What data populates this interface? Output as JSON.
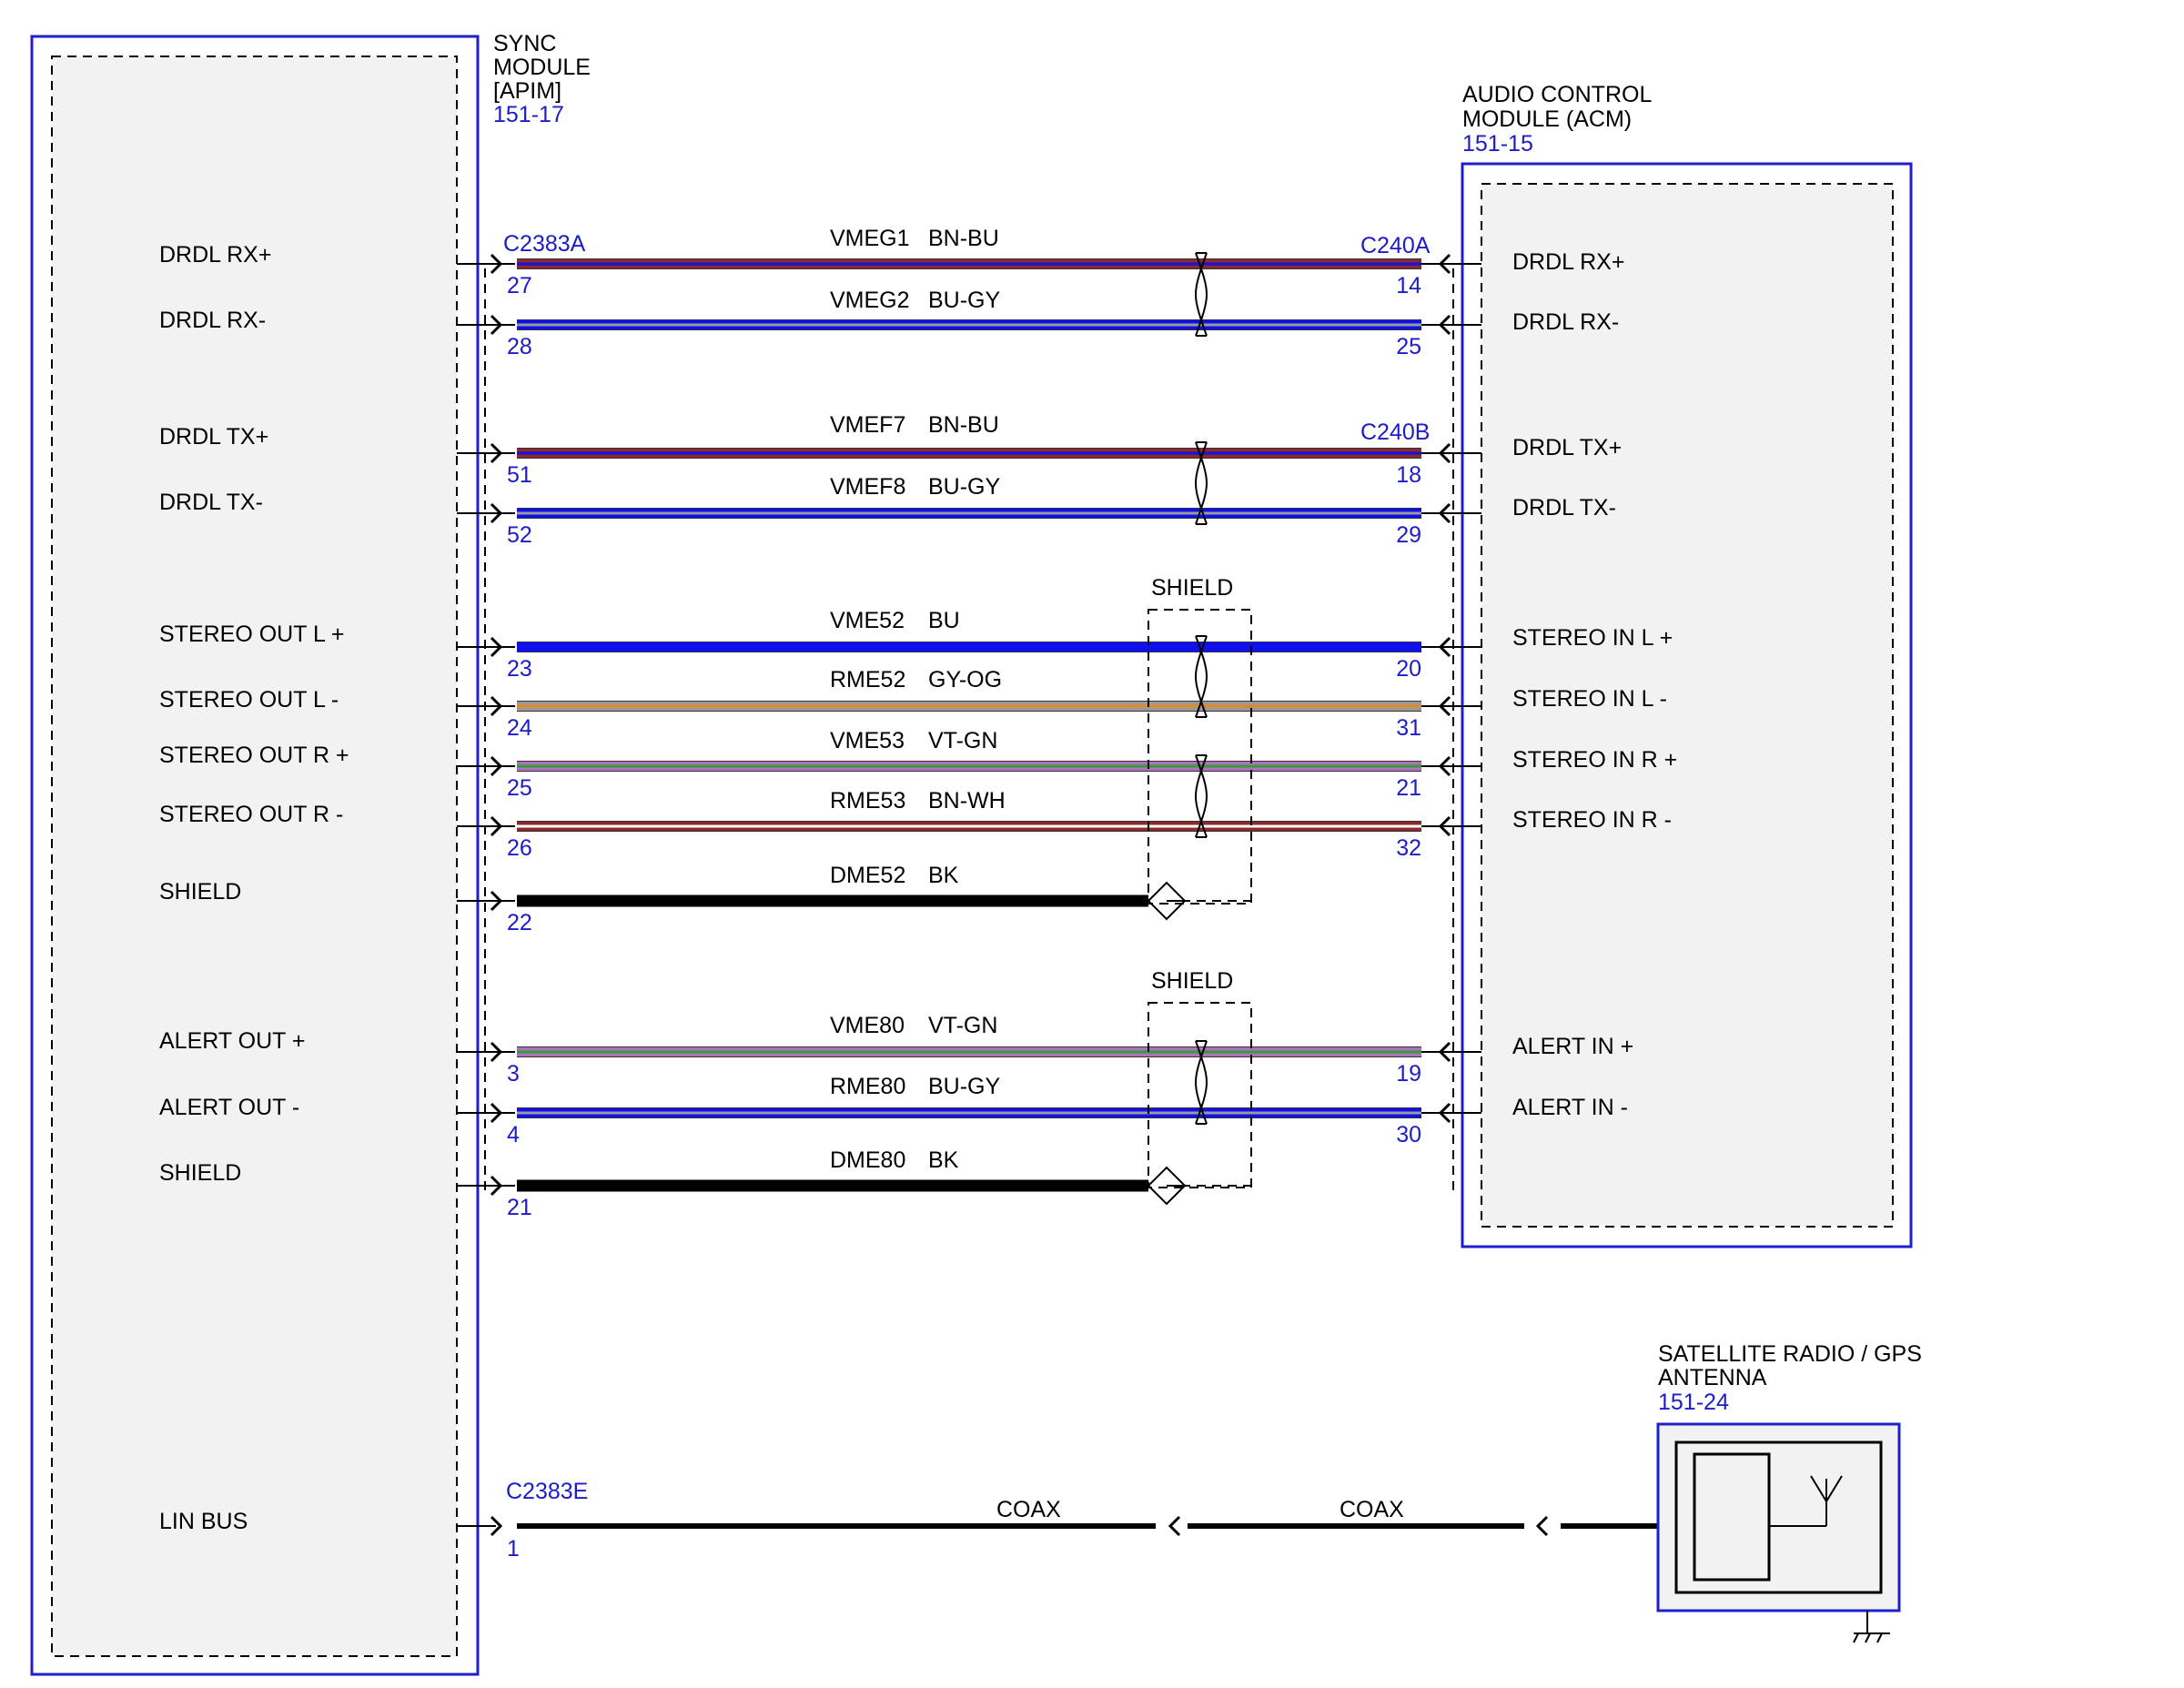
{
  "colors": {
    "outline": "#1f1fcc",
    "panel": "#f2f2f2",
    "ref_text": "#1c1cc8",
    "BN": "#8b2a2a",
    "BU": "#1010ee",
    "GY": "#9a9a9a",
    "OG": "#e08a20",
    "VT": "#b070c0",
    "GN": "#30a030",
    "WH": "#ffffff",
    "BK": "#000000"
  },
  "modules": {
    "sync": {
      "title_lines": [
        "SYNC",
        "MODULE",
        "[APIM]"
      ],
      "ref": "151-17"
    },
    "acm": {
      "title_lines": [
        "AUDIO CONTROL",
        "MODULE (ACM)"
      ],
      "ref": "151-15"
    },
    "antenna": {
      "title_lines": [
        "SATELLITE RADIO / GPS",
        "ANTENNA"
      ],
      "ref": "151-24",
      "icons": [
        "antenna-icon",
        "ground-icon"
      ]
    }
  },
  "connectors": {
    "left_main": "C2383A",
    "left_lin": "C2383E",
    "right_a": "C240A",
    "right_b": "C240B"
  },
  "shield_labels": [
    "SHIELD",
    "SHIELD"
  ],
  "wires": [
    {
      "left_label": "DRDL RX+",
      "left_pin": "27",
      "circuit": "VMEG1",
      "color_code": "BN-BU",
      "right_pin": "14",
      "right_label": "DRDL RX+"
    },
    {
      "left_label": "DRDL RX-",
      "left_pin": "28",
      "circuit": "VMEG2",
      "color_code": "BU-GY",
      "right_pin": "25",
      "right_label": "DRDL RX-"
    },
    {
      "left_label": "DRDL TX+",
      "left_pin": "51",
      "circuit": "VMEF7",
      "color_code": "BN-BU",
      "right_pin": "18",
      "right_label": "DRDL TX+"
    },
    {
      "left_label": "DRDL TX-",
      "left_pin": "52",
      "circuit": "VMEF8",
      "color_code": "BU-GY",
      "right_pin": "29",
      "right_label": "DRDL TX-"
    },
    {
      "left_label": "STEREO OUT L +",
      "left_pin": "23",
      "circuit": "VME52",
      "color_code": "BU",
      "right_pin": "20",
      "right_label": "STEREO IN L +"
    },
    {
      "left_label": "STEREO OUT L -",
      "left_pin": "24",
      "circuit": "RME52",
      "color_code": "GY-OG",
      "right_pin": "31",
      "right_label": "STEREO IN L -"
    },
    {
      "left_label": "STEREO OUT R +",
      "left_pin": "25",
      "circuit": "VME53",
      "color_code": "VT-GN",
      "right_pin": "21",
      "right_label": "STEREO IN R +"
    },
    {
      "left_label": "STEREO OUT R -",
      "left_pin": "26",
      "circuit": "RME53",
      "color_code": "BN-WH",
      "right_pin": "32",
      "right_label": "STEREO IN R -"
    },
    {
      "left_label": "SHIELD",
      "left_pin": "22",
      "circuit": "DME52",
      "color_code": "BK",
      "right_pin": "",
      "right_label": ""
    },
    {
      "left_label": "ALERT OUT +",
      "left_pin": "3",
      "circuit": "VME80",
      "color_code": "VT-GN",
      "right_pin": "19",
      "right_label": "ALERT IN +"
    },
    {
      "left_label": "ALERT OUT -",
      "left_pin": "4",
      "circuit": "RME80",
      "color_code": "BU-GY",
      "right_pin": "30",
      "right_label": "ALERT IN -"
    },
    {
      "left_label": "SHIELD",
      "left_pin": "21",
      "circuit": "DME80",
      "color_code": "BK",
      "right_pin": "",
      "right_label": ""
    }
  ],
  "lin": {
    "left_label": "LIN BUS",
    "left_pin": "1",
    "coax_labels": [
      "COAX",
      "COAX"
    ]
  }
}
